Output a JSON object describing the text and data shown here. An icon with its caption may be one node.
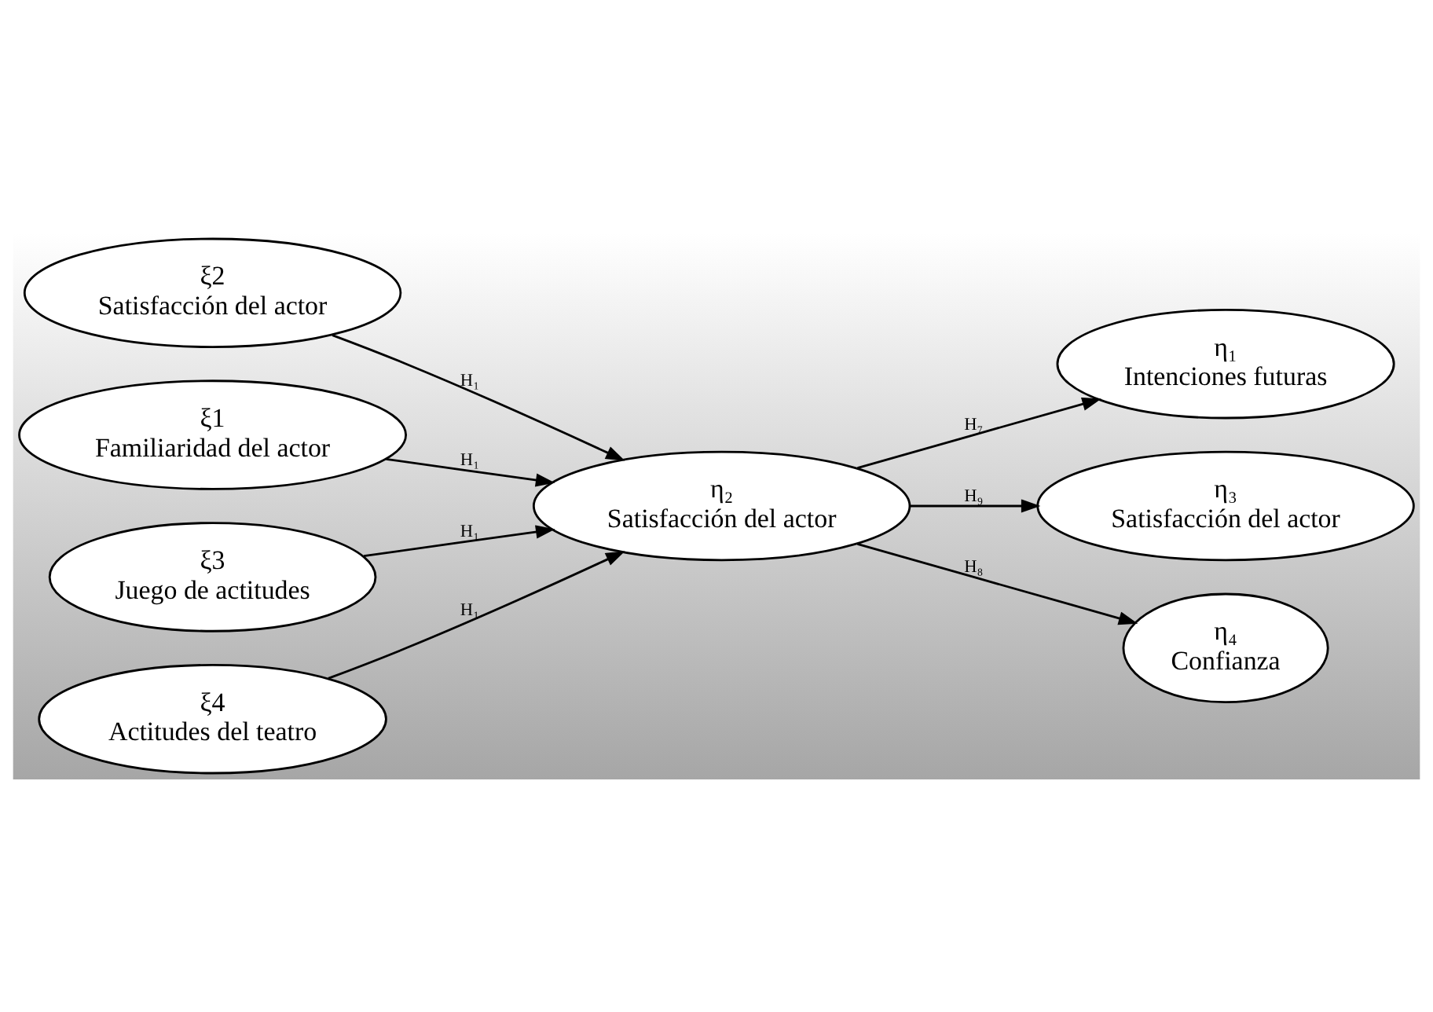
{
  "diagram": {
    "nodes": [
      {
        "text": [
          "ξ2",
          "Satisfacción del actor"
        ]
      },
      {
        "text": [
          "η₂",
          "Satisfacción del actor"
        ]
      },
      {
        "text": [
          "ξ1",
          "Familiaridad del actor"
        ]
      },
      {
        "text": [
          "ξ3",
          "Juego de actitudes"
        ]
      },
      {
        "text": [
          "η₁",
          "Intenciones futuras"
        ]
      },
      {
        "text": [
          "η₃",
          "Satisfacción del actor"
        ]
      },
      {
        "text": [
          "ξ4",
          "Actitudes del teatro"
        ]
      },
      {
        "text": [
          "η₄",
          "Confianza"
        ]
      }
    ],
    "edges": [
      {
        "from": 0,
        "to": 1,
        "arrow": "to",
        "label": "H₁"
      },
      {
        "from": 2,
        "to": 1,
        "arrow": "to",
        "label": "H₁"
      },
      {
        "from": 3,
        "to": 1,
        "arrow": "to",
        "label": "H₁"
      },
      {
        "from": 6,
        "to": 1,
        "arrow": "to",
        "label": "H₁"
      },
      {
        "from": 1,
        "to": 7,
        "arrow": "to",
        "label": "H₈"
      },
      {
        "from": 1,
        "to": 5,
        "arrow": "to",
        "label": "H₉"
      },
      {
        "from": 1,
        "to": 4,
        "arrow": "to",
        "label": "H₇"
      }
    ]
  }
}
